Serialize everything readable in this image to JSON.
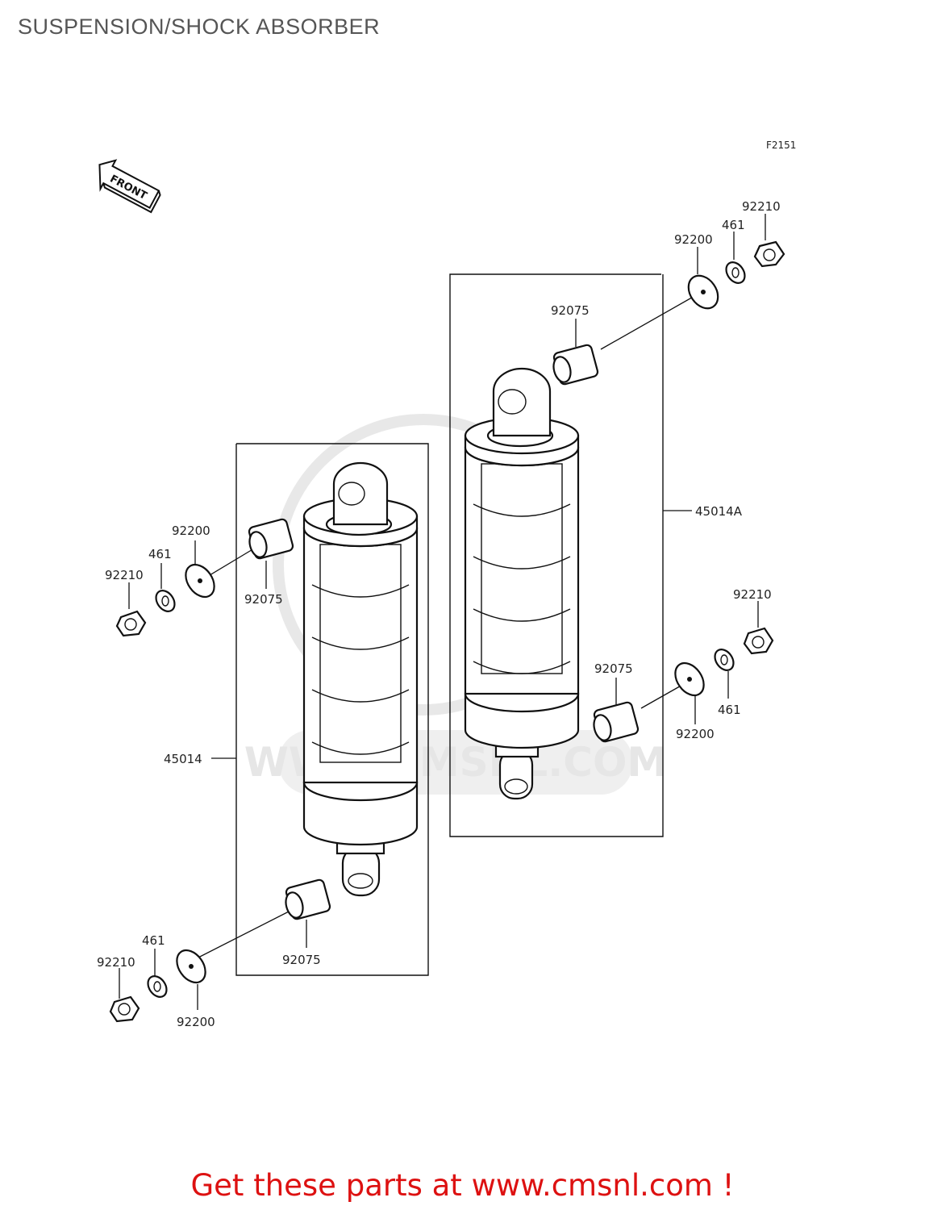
{
  "page": {
    "title": "SUSPENSION/SHOCK ABSORBER",
    "promo_text": "Get these parts at www.cmsnl.com !"
  },
  "diagram": {
    "figure_code": "F2151",
    "front_arrow_text": "FRONT",
    "watermark_text": "WWW.CMSNL.COM",
    "left_assembly": {
      "label": "45014",
      "parts": {
        "nut_top": "92210",
        "washer_top": "461",
        "plate_top": "92200",
        "bushing_top": "92075",
        "bushing_bottom": "92075",
        "nut_bottom": "92210",
        "washer_bottom": "461",
        "plate_bottom": "92200"
      }
    },
    "right_assembly": {
      "label": "45014A",
      "parts": {
        "nut_top": "92210",
        "washer_top": "461",
        "plate_top": "92200",
        "bushing_top": "92075",
        "bushing_bottom": "92075",
        "nut_bottom": "92210",
        "washer_bottom": "461",
        "plate_bottom": "92200"
      }
    }
  },
  "colors": {
    "promo": "#dd1111",
    "title": "#555555",
    "line": "#111111",
    "watermark": "#e4e4e4"
  }
}
